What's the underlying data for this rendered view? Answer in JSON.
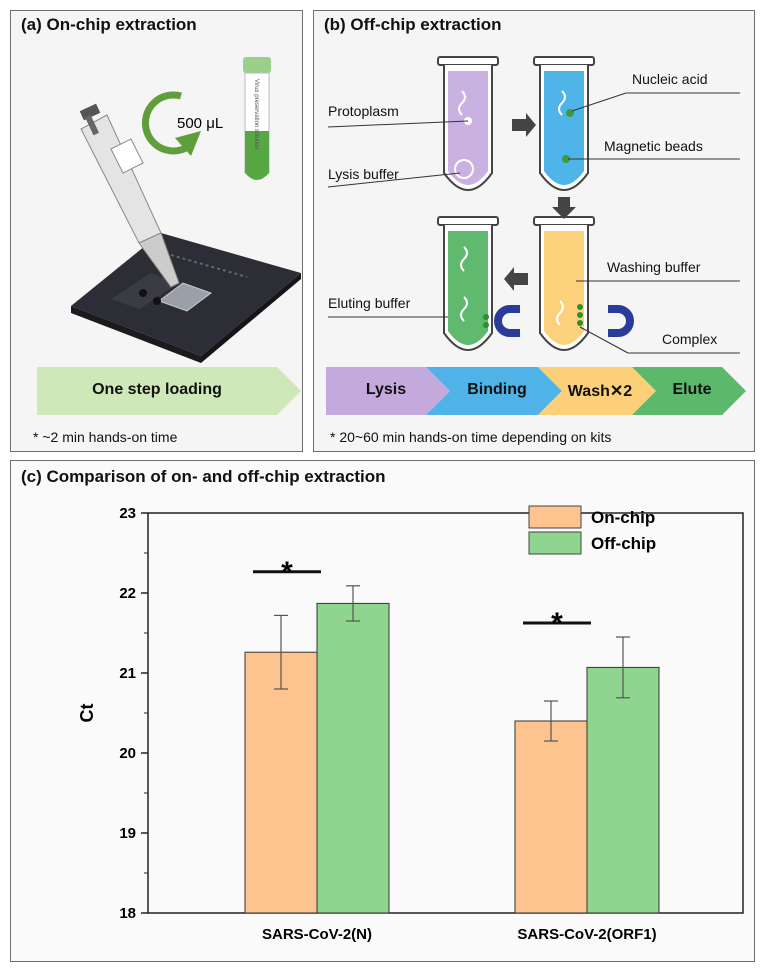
{
  "panel_a": {
    "title": "(a) On-chip extraction",
    "volume_label": "500 μL",
    "tube_label": "Virus preservation solution",
    "step_label": "One step loading",
    "note": "* ~2 min hands-on time"
  },
  "panel_b": {
    "title": "(b) Off-chip extraction",
    "labels": {
      "protoplasm": "Protoplasm",
      "lysis_buffer": "Lysis buffer",
      "nucleic_acid": "Nucleic acid",
      "magnetic_beads": "Magnetic beads",
      "washing_buffer": "Washing buffer",
      "eluting_buffer": "Eluting buffer",
      "complex": "Complex"
    },
    "flow": [
      "Lysis",
      "Binding",
      "Wash✕2",
      "Elute"
    ],
    "note": "* 20~60 min hands-on time depending on kits",
    "colors": {
      "lysis": "#c4a9dd",
      "binding": "#4fb3e8",
      "wash": "#fbd079",
      "elute": "#5cb86a"
    }
  },
  "panel_c": {
    "title": "(c) Comparison of on- and off-chip extraction"
  },
  "chart_data": {
    "type": "bar",
    "categories": [
      "SARS-CoV-2(N)",
      "SARS-CoV-2(ORF1)"
    ],
    "series": [
      {
        "name": "On-chip",
        "values": [
          21.26,
          20.4
        ],
        "errors": [
          0.46,
          0.25
        ],
        "color": "#fdc490"
      },
      {
        "name": "Off-chip",
        "values": [
          21.87,
          21.07
        ],
        "errors": [
          0.22,
          0.38
        ],
        "color": "#8fd48f"
      }
    ],
    "significance": [
      "*",
      "*"
    ],
    "ylabel": "Ct",
    "ylim": [
      18,
      23
    ],
    "yticks": [
      18,
      19,
      20,
      21,
      22,
      23
    ],
    "legend_placement": "top-right"
  }
}
